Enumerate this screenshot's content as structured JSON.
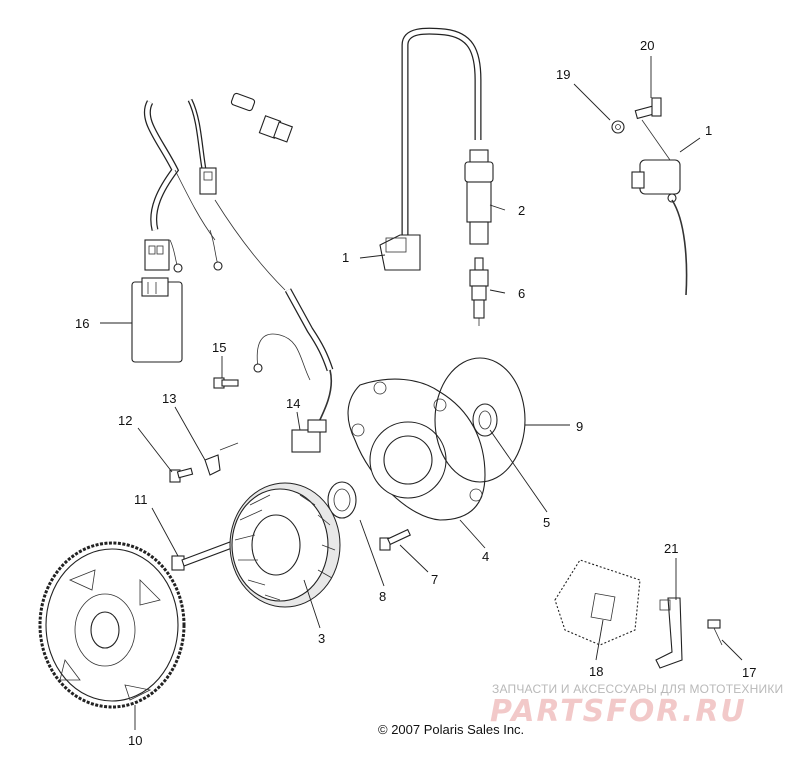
{
  "diagram": {
    "copyright": "© 2007 Polaris Sales Inc.",
    "callouts": {
      "c1a": "1",
      "c1b": "1",
      "c2": "2",
      "c3": "3",
      "c4": "4",
      "c5": "5",
      "c6": "6",
      "c7": "7",
      "c8": "8",
      "c9": "9",
      "c10": "10",
      "c11": "11",
      "c12": "12",
      "c13": "13",
      "c14": "14",
      "c15": "15",
      "c16": "16",
      "c17": "17",
      "c18": "18",
      "c19": "19",
      "c20": "20",
      "c21": "21"
    }
  },
  "watermark": {
    "tagline": "ЗАПЧАСТИ И АКСЕССУАРЫ ДЛЯ МОТОТЕХНИКИ",
    "logo_text": "PARTSFOR.RU",
    "color": "#e8b4b4"
  }
}
